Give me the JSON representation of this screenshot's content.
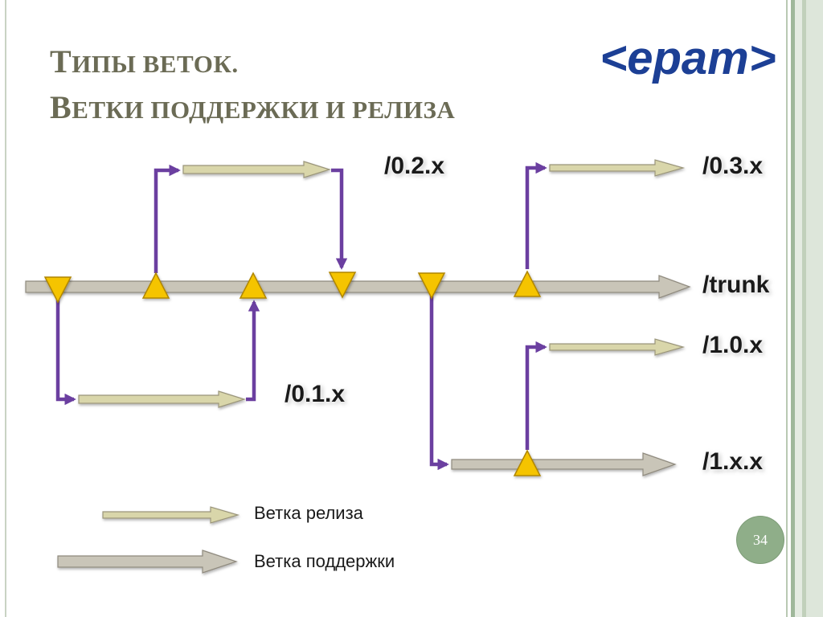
{
  "slide": {
    "title_line1_cap": "Т",
    "title_line1_rest": "ипы веток.",
    "title_line2_cap": "В",
    "title_line2_rest": "етки поддержки и релиза",
    "page_number": "34"
  },
  "logo": {
    "text": "<epam>",
    "color": "#1c3f95"
  },
  "branches": {
    "trunk": "/trunk",
    "b02x": "/0.2.x",
    "b03x": "/0.3.x",
    "b01x": "/0.1.x",
    "b10x": "/1.0.x",
    "b1xx": "/1.x.x"
  },
  "legend": {
    "release_label": "Ветка релиза",
    "support_label": "Ветка поддержки"
  },
  "colors": {
    "release_arrow": "#d9d6aa",
    "support_arrow": "#c9c5b8",
    "connector": "#6b3fa0",
    "marker": "#f5c400",
    "title": "#6b6b55",
    "accent_green": "#8fae89"
  },
  "icons": {
    "merge_marker": "triangle-up",
    "branch_marker": "triangle-down"
  }
}
